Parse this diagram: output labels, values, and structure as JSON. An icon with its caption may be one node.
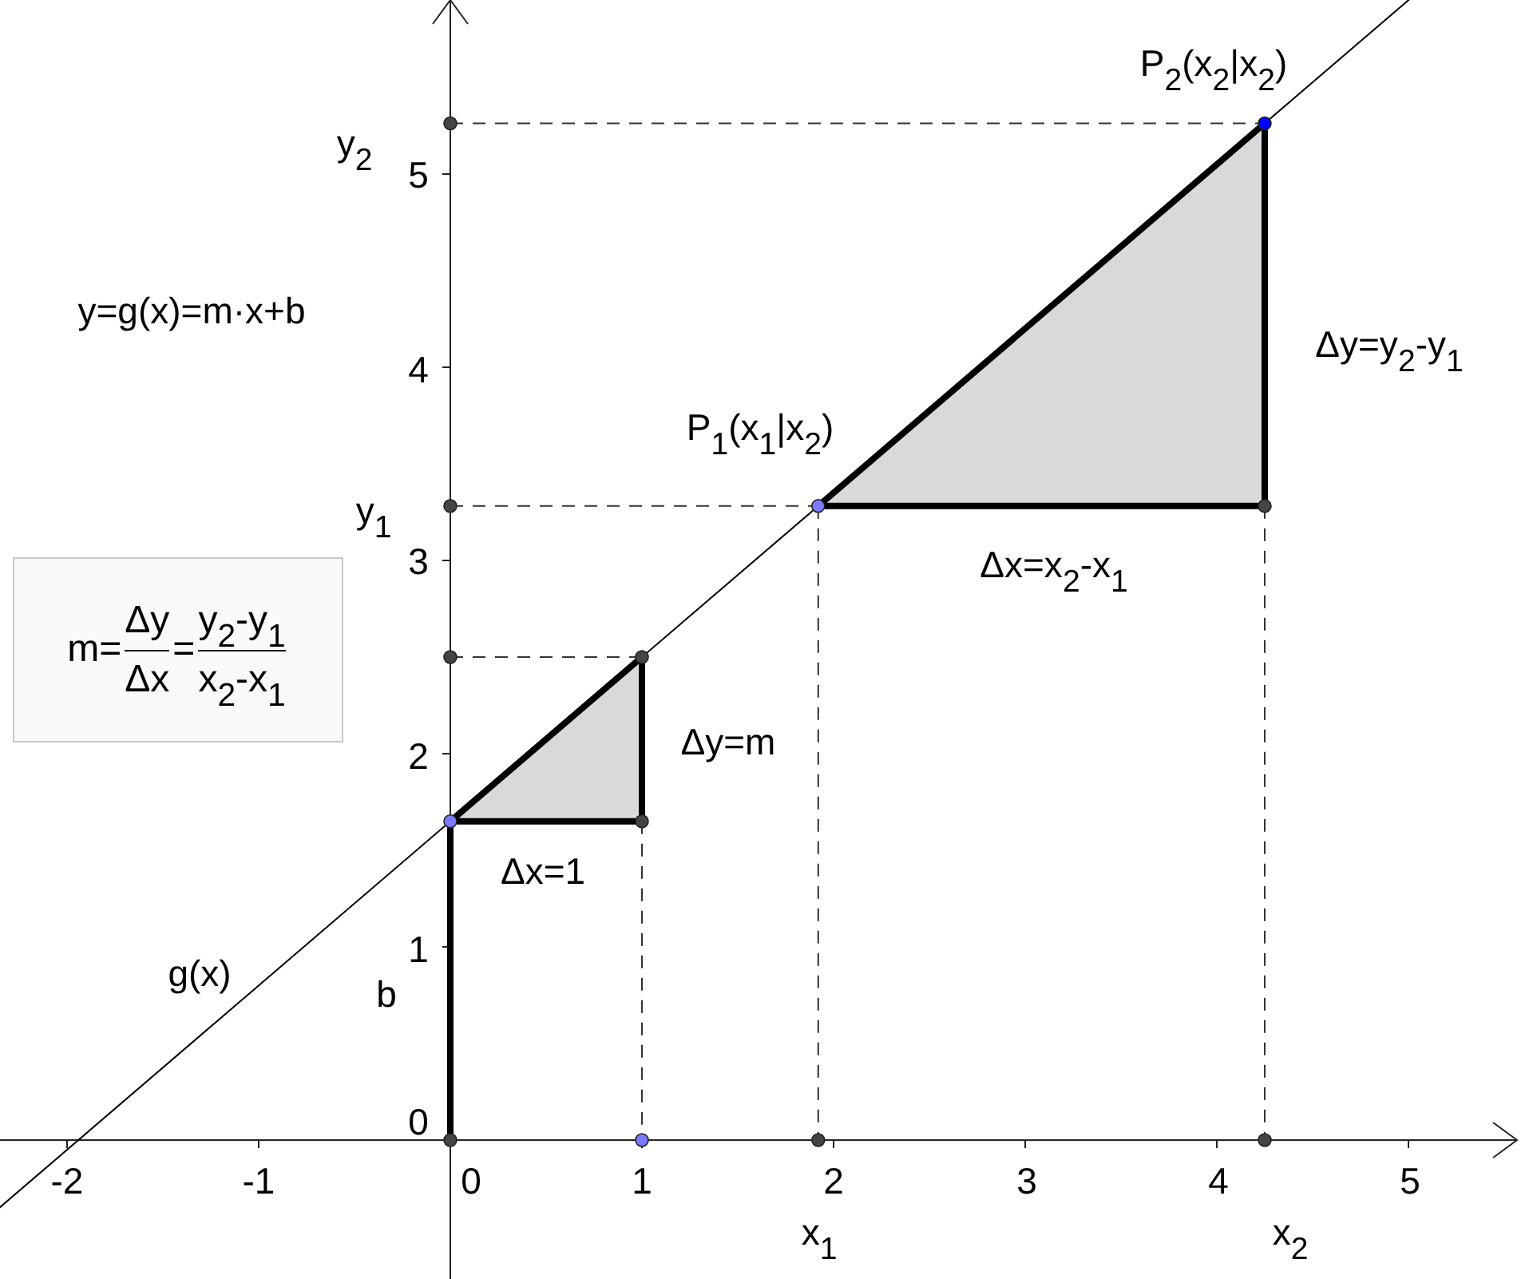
{
  "diagram": {
    "nodes": [
      {
        "text": [
          "m=",
          "Δy",
          "Δx",
          "=",
          "y$_{2}$-y$_{1}$",
          "x$_{2}$-x$_{1}$"
        ]
      }
    ],
    "labels": [
      "P$_{2}$(x$_{2}$|x$_{2}$)",
      "y$_{2}$",
      "5",
      "y=g(x)=m·x+b",
      "Δy=y$_{2}$-y$_{1}$",
      "4",
      "P$_{1}$(x$_{1}$|x$_{2}$)",
      "y$_{1}$",
      "3",
      "Δx=x$_{2}$-x$_{1}$",
      "2",
      "Δy=m",
      "Δx=1",
      "1",
      "g(x)",
      "b",
      "0",
      "-2",
      "-1",
      "0",
      "1",
      "2",
      "3",
      "4",
      "5",
      "x$_{1}$",
      "x$_{2}$"
    ]
  }
}
